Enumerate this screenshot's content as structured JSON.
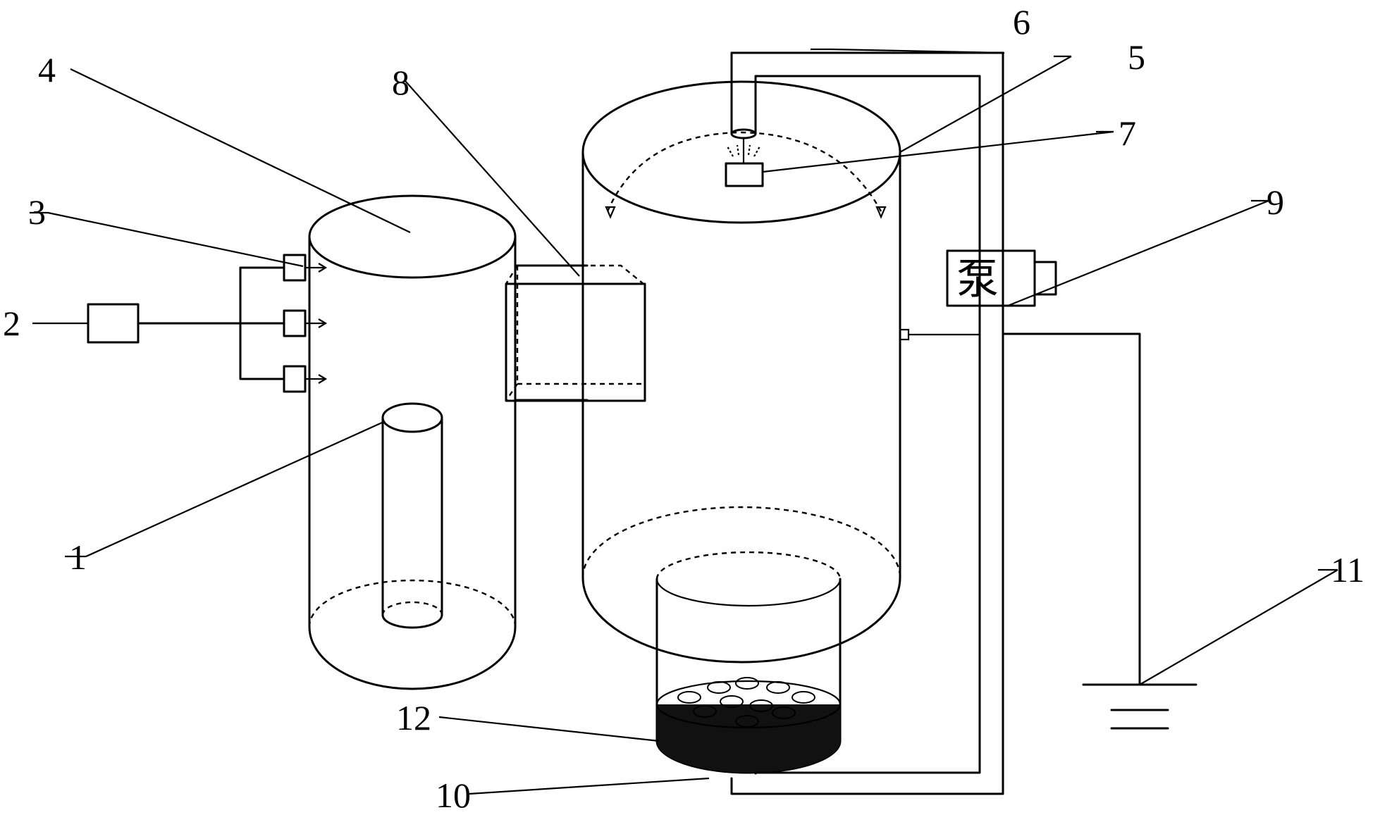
{
  "diagram": {
    "labels": {
      "l1": "1",
      "l2": "2",
      "l3": "3",
      "l4": "4",
      "l5": "5",
      "l6": "6",
      "l7": "7",
      "l8": "8",
      "l9": "9",
      "l10": "10",
      "l11": "11",
      "l12": "12"
    },
    "pump_text": "泵"
  }
}
